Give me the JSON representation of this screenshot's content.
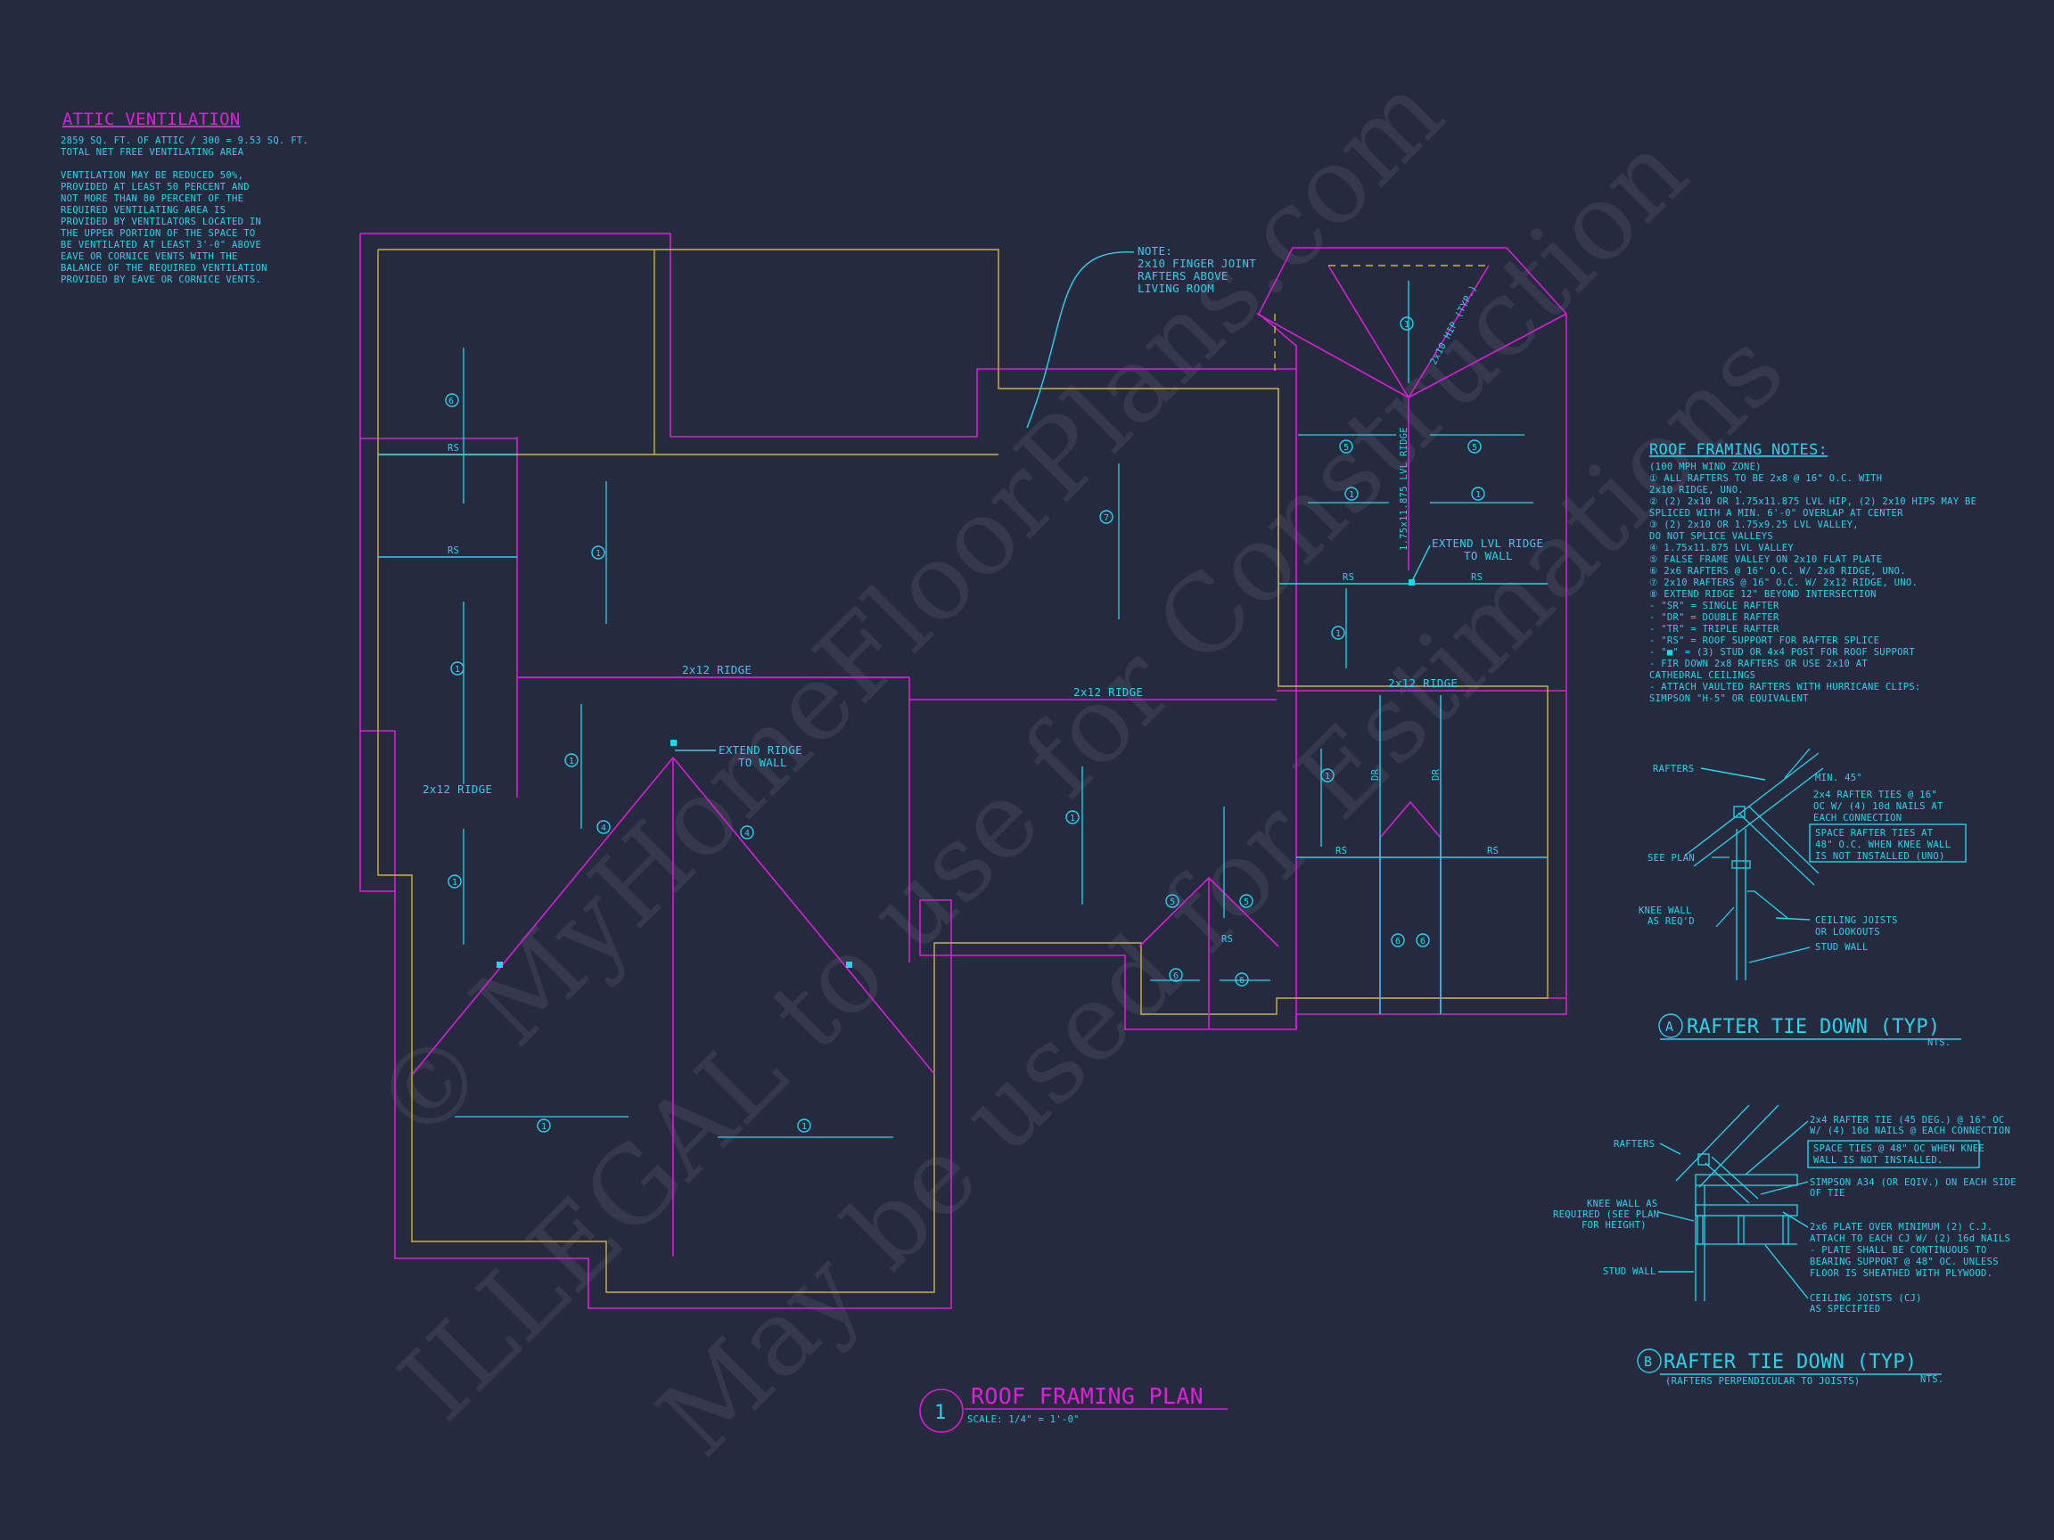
{
  "attic": {
    "title": "ATTIC VENTILATION",
    "lines": [
      "2859 SQ. FT. OF ATTIC / 300 = 9.53 SQ. FT.",
      "TOTAL NET FREE VENTILATING AREA",
      "",
      "VENTILATION MAY BE REDUCED 50%,",
      "PROVIDED AT LEAST 50 PERCENT AND",
      "NOT MORE THAN 80 PERCENT OF THE",
      "REQUIRED VENTILATING AREA IS",
      "PROVIDED BY VENTILATORS LOCATED IN",
      "THE UPPER PORTION OF THE SPACE TO",
      "BE VENTILATED AT LEAST 3'-0\" ABOVE",
      "EAVE OR CORNICE VENTS WITH THE",
      "BALANCE OF THE REQUIRED VENTILATION",
      "PROVIDED BY EAVE OR CORNICE VENTS."
    ]
  },
  "plan_note": {
    "lines": [
      "NOTE:",
      "2x10 FINGER JOINT",
      "RAFTERS ABOVE",
      "LIVING ROOM"
    ]
  },
  "plan_labels": {
    "rs": "RS",
    "dr": "DR",
    "ridge_2x12": "2x12 RIDGE",
    "lvl_ridge": "1.75x11.875 LVL RIDGE",
    "hip": "2x10 HIP (TYP.)",
    "extend_lvl": [
      "EXTEND LVL RIDGE",
      "TO WALL"
    ],
    "extend_ridge": [
      "EXTEND RIDGE",
      "TO WALL"
    ]
  },
  "callouts": {
    "c1": "1",
    "c4": "4",
    "c5": "5",
    "c6": "6",
    "c7": "7"
  },
  "roof_notes": {
    "title": "ROOF FRAMING NOTES:",
    "lines": [
      "(100 MPH WIND ZONE)",
      "① ALL RAFTERS TO BE 2x8 @ 16\" O.C. WITH",
      "   2x10 RIDGE, UNO.",
      "② (2) 2x10 OR 1.75x11.875 LVL HIP, (2) 2x10 HIPS MAY BE",
      "   SPLICED WITH A MIN. 6'-0\" OVERLAP AT CENTER",
      "③ (2) 2x10 OR 1.75x9.25 LVL VALLEY,",
      "   DO NOT SPLICE VALLEYS",
      "④ 1.75x11.875 LVL VALLEY",
      "⑤ FALSE FRAME VALLEY ON 2x10 FLAT PLATE",
      "⑥ 2x6 RAFTERS @ 16\" O.C. W/ 2x8 RIDGE, UNO.",
      "⑦ 2x10 RAFTERS @ 16\" O.C. W/ 2x12 RIDGE, UNO.",
      "⑧ EXTEND RIDGE 12\" BEYOND INTERSECTION",
      " - \"SR\" = SINGLE RAFTER",
      " - \"DR\" = DOUBLE RAFTER",
      " - \"TR\" = TRIPLE RAFTER",
      " - \"RS\" = ROOF SUPPORT FOR RAFTER SPLICE",
      " - \"■\" = (3) STUD OR 4x4 POST FOR ROOF SUPPORT",
      " - FIR DOWN 2x8 RAFTERS OR USE 2x10 AT",
      "   CATHEDRAL CEILINGS",
      " - ATTACH VAULTED RAFTERS WITH HURRICANE CLIPS:",
      "   SIMPSON \"H-5\" OR EQUIVALENT"
    ]
  },
  "detail_a": {
    "tag": "A",
    "title": "RAFTER TIE DOWN (TYP)",
    "nts": "NTS.",
    "rafters": "RAFTERS",
    "min": "MIN. 45°",
    "tie": [
      "2x4 RAFTER TIES @ 16\"",
      "OC W/ (4) 10d NAILS AT",
      "EACH CONNECTION"
    ],
    "space": [
      "SPACE RAFTER TIES AT",
      "48\" O.C. WHEN KNEE WALL",
      "IS NOT INSTALLED (UNO)"
    ],
    "see_plan": "SEE PLAN",
    "knee": [
      "KNEE WALL",
      "AS REQ'D"
    ],
    "ceiling": [
      "CEILING JOISTS",
      "OR LOOKOUTS"
    ],
    "stud": "STUD WALL"
  },
  "detail_b": {
    "tag": "B",
    "title": "RAFTER TIE DOWN (TYP)",
    "sub": "(RAFTERS PERPENDICULAR TO JOISTS)",
    "nts": "NTS.",
    "rafters": "RAFTERS",
    "tie": [
      "2x4 RAFTER TIE (45 DEG.) @ 16\" OC",
      "W/ (4) 10d NAILS @ EACH CONNECTION"
    ],
    "space": [
      "SPACE TIES @ 48\" OC WHEN KNEE",
      "WALL IS NOT INSTALLED."
    ],
    "knee": [
      "KNEE WALL AS",
      "REQUIRED (SEE PLAN",
      "FOR HEIGHT)"
    ],
    "simpson": [
      "SIMPSON A34 (OR EQIV.) ON EACH SIDE",
      "OF TIE"
    ],
    "stud": "STUD WALL",
    "plate": [
      "2x6 PLATE OVER MINIMUM (2) C.J.",
      "ATTACH TO EACH CJ W/ (2) 16d NAILS",
      "- PLATE SHALL BE CONTINUOUS TO",
      "BEARING SUPPORT @ 48\" OC. UNLESS",
      "FLOOR IS SHEATHED WITH PLYWOOD."
    ],
    "ceiling": [
      "CEILING JOISTS (CJ)",
      "AS SPECIFIED"
    ]
  },
  "plan_title": {
    "number": "1",
    "title": "ROOF FRAMING PLAN",
    "scale": "SCALE: 1/4\" = 1'-0\""
  },
  "watermark": {
    "line1": "© MyHomeFloorPlans.com",
    "line2": "ILLEGAL to use for Construction",
    "line3": "May be used for Estimations"
  },
  "colors": {
    "background": "#262a3f",
    "cyan": "#27d3ea",
    "magenta": "#e01fdc",
    "yellow": "#c9b33a"
  }
}
